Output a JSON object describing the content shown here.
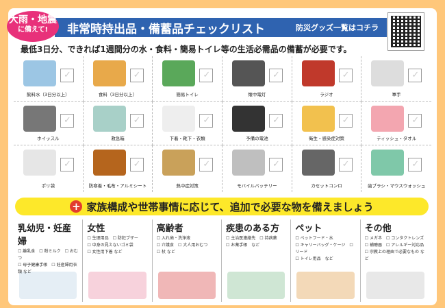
{
  "header": {
    "badge_line1": "大雨・地震",
    "badge_line2": "に備えて!",
    "title": "非常時持出品・備蓄品チェックリスト",
    "qr_link": "防災グッズ一覧はコチラ"
  },
  "subtitle": "最低3日分、できれば1週間分の水・食料・簡易トイレ等の生活必需品の備蓄が必要です。",
  "items": [
    {
      "label": "飲料水（3日分以上）",
      "color": "#9cc6e4"
    },
    {
      "label": "食料（3日分以上）",
      "color": "#e8a94a"
    },
    {
      "label": "簡易トイレ",
      "color": "#5aa85a"
    },
    {
      "label": "懐中電灯",
      "color": "#555555"
    },
    {
      "label": "ラジオ",
      "color": "#c0392b"
    },
    {
      "label": "軍手",
      "color": "#dddddd"
    },
    {
      "label": "ホイッスル",
      "color": "#777777"
    },
    {
      "label": "救急箱",
      "color": "#a8d0c8"
    },
    {
      "label": "下着・靴下・衣類",
      "color": "#eeeeee"
    },
    {
      "label": "予備の電池",
      "color": "#333333"
    },
    {
      "label": "衛生・感染症対策",
      "color": "#f2c14e"
    },
    {
      "label": "ティッシュ・タオル",
      "color": "#f3a6b0"
    },
    {
      "label": "ポリ袋",
      "color": "#e6e6e6"
    },
    {
      "label": "防寒着・毛布・アルミシート",
      "color": "#b5651d"
    },
    {
      "label": "熱中症対策",
      "color": "#c9a15a"
    },
    {
      "label": "モバイルバッテリー",
      "color": "#bfbfbf"
    },
    {
      "label": "カセットコンロ",
      "color": "#666666"
    },
    {
      "label": "歯ブラシ・マウスウォッシュ",
      "color": "#7fc8a9"
    }
  ],
  "banner": {
    "text": "家族構成や世帯事情に応じて、追加で必要な物を備えましょう"
  },
  "sections": [
    {
      "title": "乳幼児・妊産婦",
      "lines": [
        "☐ 離乳食　☐ 粉ミルク　☐ おむつ",
        "☐ 母子健康手帳　☐ 妊産婦用衣類 など"
      ],
      "color": "#e5eef5"
    },
    {
      "title": "女性",
      "lines": [
        "☐ 生理用品　☐ 防犯ブザー",
        "☐ 中身の見えないゴミ袋",
        "☐ 女性用下着 など"
      ],
      "color": "#f7d2dc"
    },
    {
      "title": "高齢者",
      "lines": [
        "☐ 入れ歯・洗浄液",
        "☐ 介護食　☐ 大人用おむつ",
        "☐ 杖 など"
      ],
      "color": "#f0b7b7"
    },
    {
      "title": "疾患のある方",
      "lines": [
        "☐ 主治医連絡先　☐ 持病薬",
        "☐ お薬手帳　など"
      ],
      "color": "#cfe6d4"
    },
    {
      "title": "ペット",
      "lines": [
        "☐ ペットフード・水",
        "☐ キャリーバッグ・ケージ　☐ リード",
        "☐ トイレ用品　など"
      ],
      "color": "#f3d9b8"
    },
    {
      "title": "その他",
      "lines": [
        "☐ メガネ　☐ コンタクトレンズ",
        "☐ 補聴器　☐ アレルギー対応品",
        "☐ 宗教上の理由で必要なもの など"
      ],
      "color": "#e8e8e8"
    }
  ]
}
